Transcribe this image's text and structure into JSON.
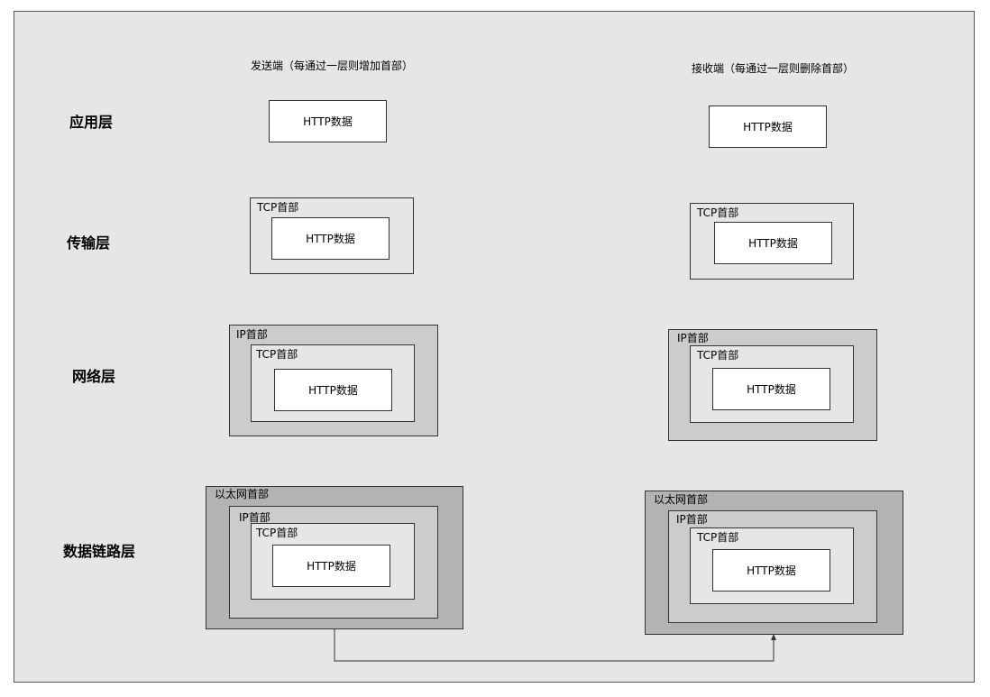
{
  "headers": {
    "sender": "发送端（每通过一层则增加首部）",
    "receiver": "接收端（每通过一层则删除首部）"
  },
  "layers": {
    "application": "应用层",
    "transport": "传输层",
    "network": "网络层",
    "datalink": "数据链路层"
  },
  "labels": {
    "http_data": "HTTP数据",
    "tcp_header": "TCP首部",
    "ip_header": "IP首部",
    "ethernet_header": "以太网首部"
  },
  "colors": {
    "background": "#e6e6e6",
    "data_box": "#ffffff",
    "tcp_box": "#e6e6e6",
    "ip_box": "#cccccc",
    "ethernet_box": "#b3b3b3",
    "border": "#333333"
  }
}
